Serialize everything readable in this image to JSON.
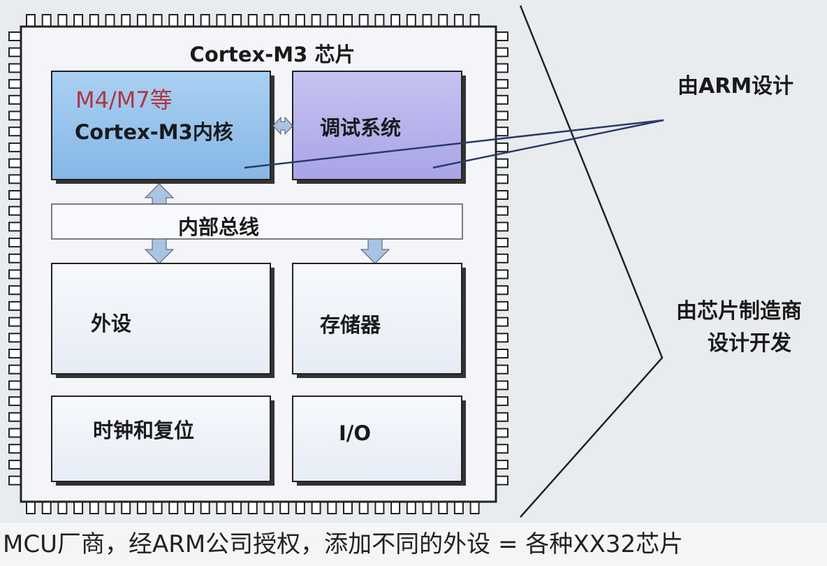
{
  "chip": {
    "title": "Cortex-M3 芯片",
    "core_annotation": "M4/M7等",
    "core_label": "Cortex-M3内核",
    "debug_label": "调试系统",
    "bus_label": "内部总线",
    "peripheral_label": "外设",
    "memory_label": "存储器",
    "clock_label": "时钟和复位",
    "io_label": "I/O"
  },
  "side": {
    "arm_label": "由ARM设计",
    "vendor_label_line1": "由芯片制造商",
    "vendor_label_line2": "设计开发"
  },
  "caption": "MCU厂商，经ARM公司授权，添加不同的外设 = 各种XX32芯片",
  "colors": {
    "core_fill": "#93c2ec",
    "debug_fill": "#b6b2ec",
    "block_fill": "#eef2f8",
    "arrow_fill": "#a9c3e4",
    "annotation": "#b2343f"
  }
}
